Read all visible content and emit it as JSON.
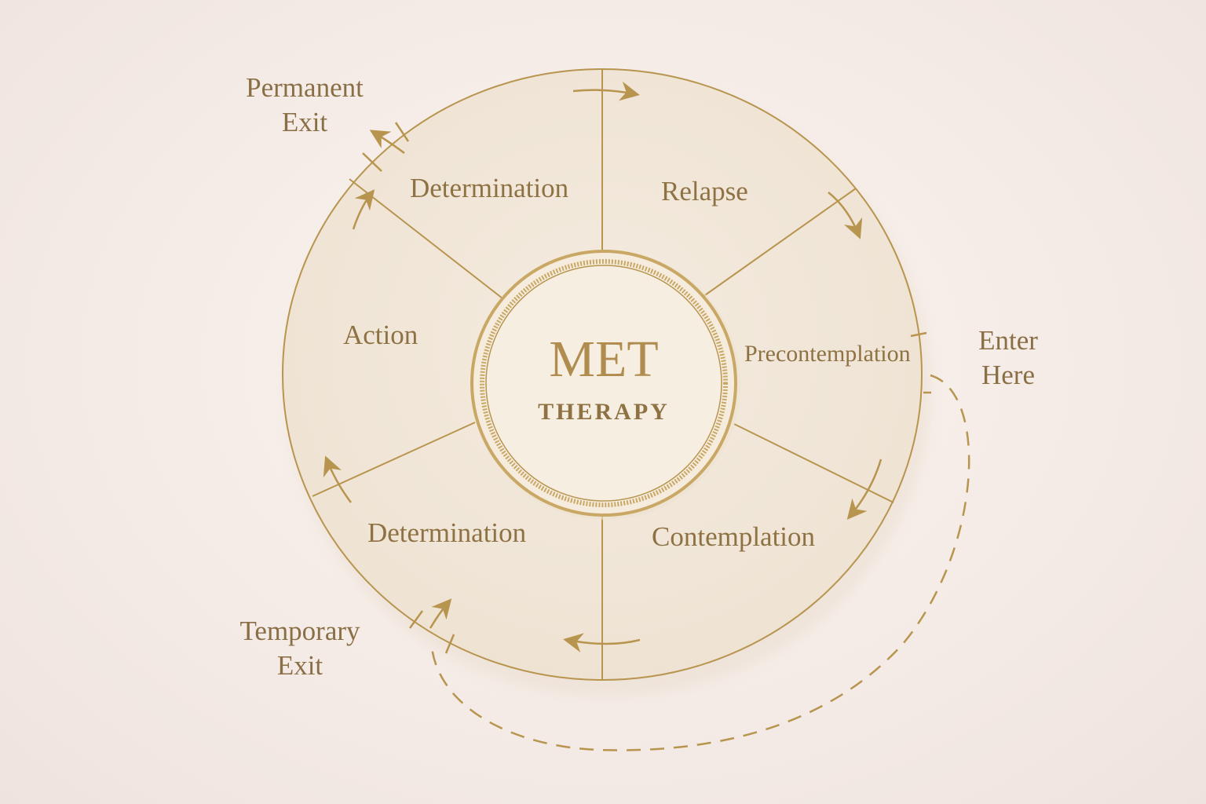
{
  "center": {
    "title": "MET",
    "subtitle": "THERAPY"
  },
  "segments": [
    {
      "label": "Determination"
    },
    {
      "label": "Relapse"
    },
    {
      "label": "Precontemplation"
    },
    {
      "label": "Contemplation"
    },
    {
      "label": "Determination"
    },
    {
      "label": "Action"
    }
  ],
  "exits": {
    "permanent": [
      "Permanent",
      "Exit"
    ],
    "temporary": [
      "Temporary",
      "Exit"
    ],
    "enter": [
      "Enter",
      "Here"
    ]
  },
  "colors": {
    "gold": "#b8954f",
    "text": "#8e7244",
    "disk": "#f1e7da"
  }
}
